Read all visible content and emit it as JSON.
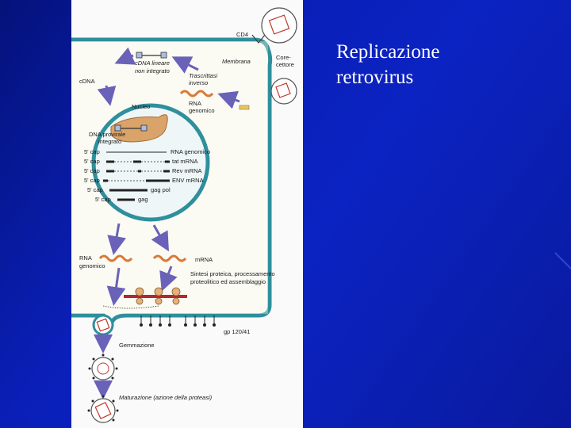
{
  "slide": {
    "title_line1": "Replicazione",
    "title_line2": "retrovirus"
  },
  "diagram": {
    "labels": {
      "cd4": "CD4",
      "coreceptor_1": "Core-",
      "coreceptor_2": "cettore",
      "membrane": "Membrana",
      "cdna_linear_1": "cDNA lineare",
      "cdna_linear_2": "non integrato",
      "rt_1": "Trascrittasi",
      "rt_2": "inverso",
      "cdna": "cDNA",
      "rna_genomic_1": "RNA",
      "rna_genomic_2": "genomico",
      "nucleus": "Nucleo",
      "provirus_1": "DNA provirale",
      "provirus_2": "integrato",
      "rna_genomic_out_1": "RNA",
      "rna_genomic_out_2": "genomico",
      "mrna": "mRNA",
      "synthesis_1": "Sintesi proteica, processamento",
      "synthesis_2": "proteolitico ed assemblaggio",
      "gp": "gp 120/41",
      "budding": "Gemmazione",
      "maturation": "Maturazione (azione della proteasi)"
    },
    "transcripts": [
      {
        "cap": "5' cap",
        "name": "RNA genomico"
      },
      {
        "cap": "5' cap",
        "name": "tat mRNA"
      },
      {
        "cap": "5' cap",
        "name": "Rev mRNA"
      },
      {
        "cap": "5' cap",
        "name": "ENV mRNA"
      },
      {
        "cap": "5' cap",
        "name": "gag pol"
      },
      {
        "cap": "5' cap",
        "name": "gag"
      }
    ],
    "colors": {
      "membrane": "#2f8f9c",
      "arrow": "#6a62b8",
      "rna": "#d77a3a",
      "nucleus": "#a9ccd6"
    }
  }
}
